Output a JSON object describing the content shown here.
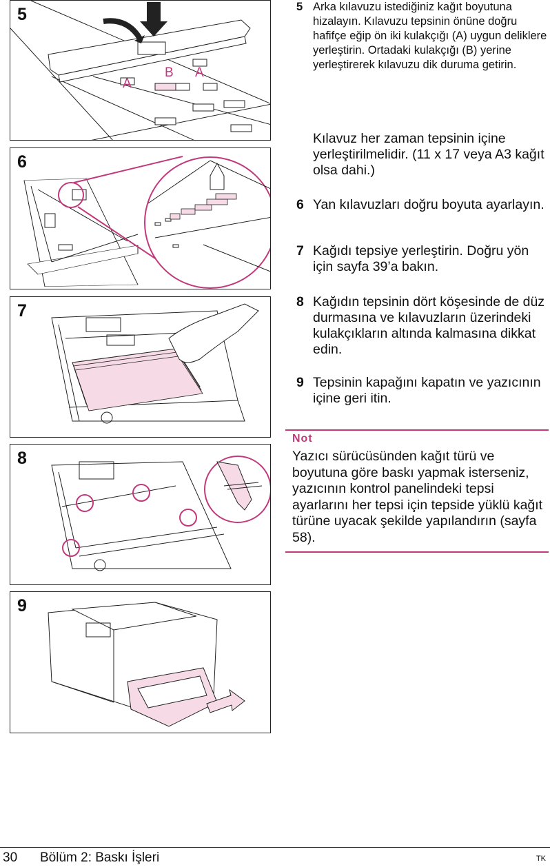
{
  "figures": [
    {
      "number": "5",
      "labels": {
        "a1": "A",
        "b": "B",
        "a2": "A"
      }
    },
    {
      "number": "6"
    },
    {
      "number": "7"
    },
    {
      "number": "8"
    },
    {
      "number": "9"
    }
  ],
  "steps": [
    {
      "number": "5",
      "text": "Arka kılavuzu istediğiniz kağıt boyutuna hizalayın. Kılavuzu tepsinin önüne doğru hafifçe eğip ön iki kulakçığı (A) uygun deliklere yerleştirin. Ortadaki kulakçığı (B) yerine yerleştirerek kılavuzu dik duruma getirin."
    },
    {
      "text": "Kılavuz her zaman tepsinin içine yerleştirilmelidir. (11 x 17 veya A3 kağıt olsa dahi.)"
    },
    {
      "number": "6",
      "text": "Yan kılavuzları doğru boyuta ayarlayın."
    },
    {
      "number": "7",
      "text": "Kağıdı tepsiye yerleştirin. Doğru yön için sayfa 39’a bakın."
    },
    {
      "number": "8",
      "text": "Kağıdın tepsinin dört köşesinde de düz durmasına ve kılavuzların üzerindeki kulakçıkların altında kalmasına dikkat edin."
    },
    {
      "number": "9",
      "text": "Tepsinin kapağını kapatın ve yazıcının içine geri itin."
    }
  ],
  "note": {
    "heading": "Not",
    "text": "Yazıcı sürücüsünden kağıt türü ve boyutuna göre baskı yapmak isterseniz, yazıcının kontrol panelindeki tepsi ayarlarını her tepsi için tepside yüklü kağıt türüne uyacak şekilde yapılandırın (sayfa 58)."
  },
  "footer": {
    "page": "30",
    "chapter": "Bölüm 2:  Baskı İşleri",
    "lang": "TK"
  },
  "colors": {
    "accent": "#c0397c",
    "paper": "#f6dbe6",
    "line": "#222222"
  }
}
